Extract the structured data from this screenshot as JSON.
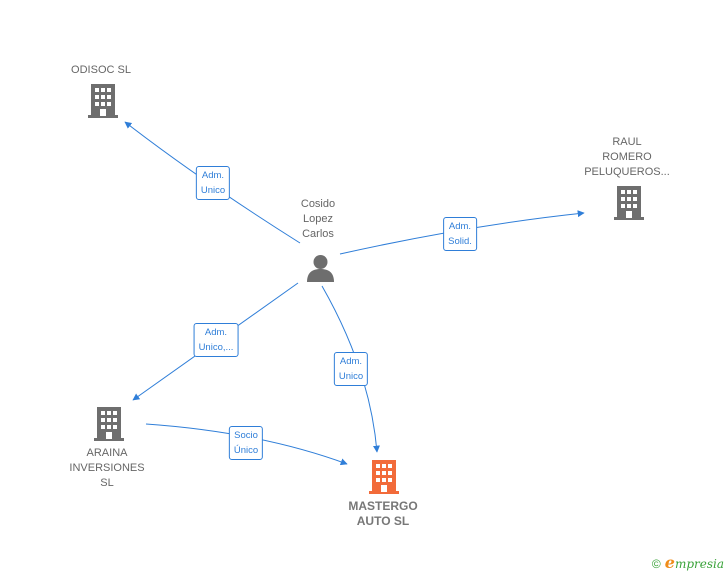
{
  "colors": {
    "edge": "#2f7ed8",
    "company_icon": "#6e6e6e",
    "main_company_icon": "#f26b3a",
    "person_icon": "#6e6e6e",
    "label": "#666666",
    "brand_green": "#3aa33a",
    "brand_orange": "#f08c1a"
  },
  "nodes": {
    "odisoc": {
      "label": "ODISOC SL",
      "type": "company",
      "icon": "building-icon"
    },
    "raul": {
      "label": "RAUL\nROMERO\nPELUQUEROS...",
      "type": "company",
      "icon": "building-icon"
    },
    "cosido": {
      "label": "Cosido\nLopez\nCarlos",
      "type": "person",
      "icon": "person-icon"
    },
    "araina": {
      "label": "ARAINA\nINVERSIONES\nSL",
      "type": "company",
      "icon": "building-icon"
    },
    "mastergo": {
      "label": "MASTERGO\nAUTO  SL",
      "type": "main-company",
      "icon": "building-icon"
    }
  },
  "edges": {
    "cosido_odisoc": "Adm.\nUnico",
    "cosido_raul": "Adm.\nSolid.",
    "cosido_araina": "Adm.\nUnico,...",
    "cosido_mastergo": "Adm.\nUnico",
    "araina_mastergo": "Socio\nÚnico"
  },
  "footer": {
    "copyright": "©",
    "brand_initial": "e",
    "brand_rest": "mpresia"
  }
}
